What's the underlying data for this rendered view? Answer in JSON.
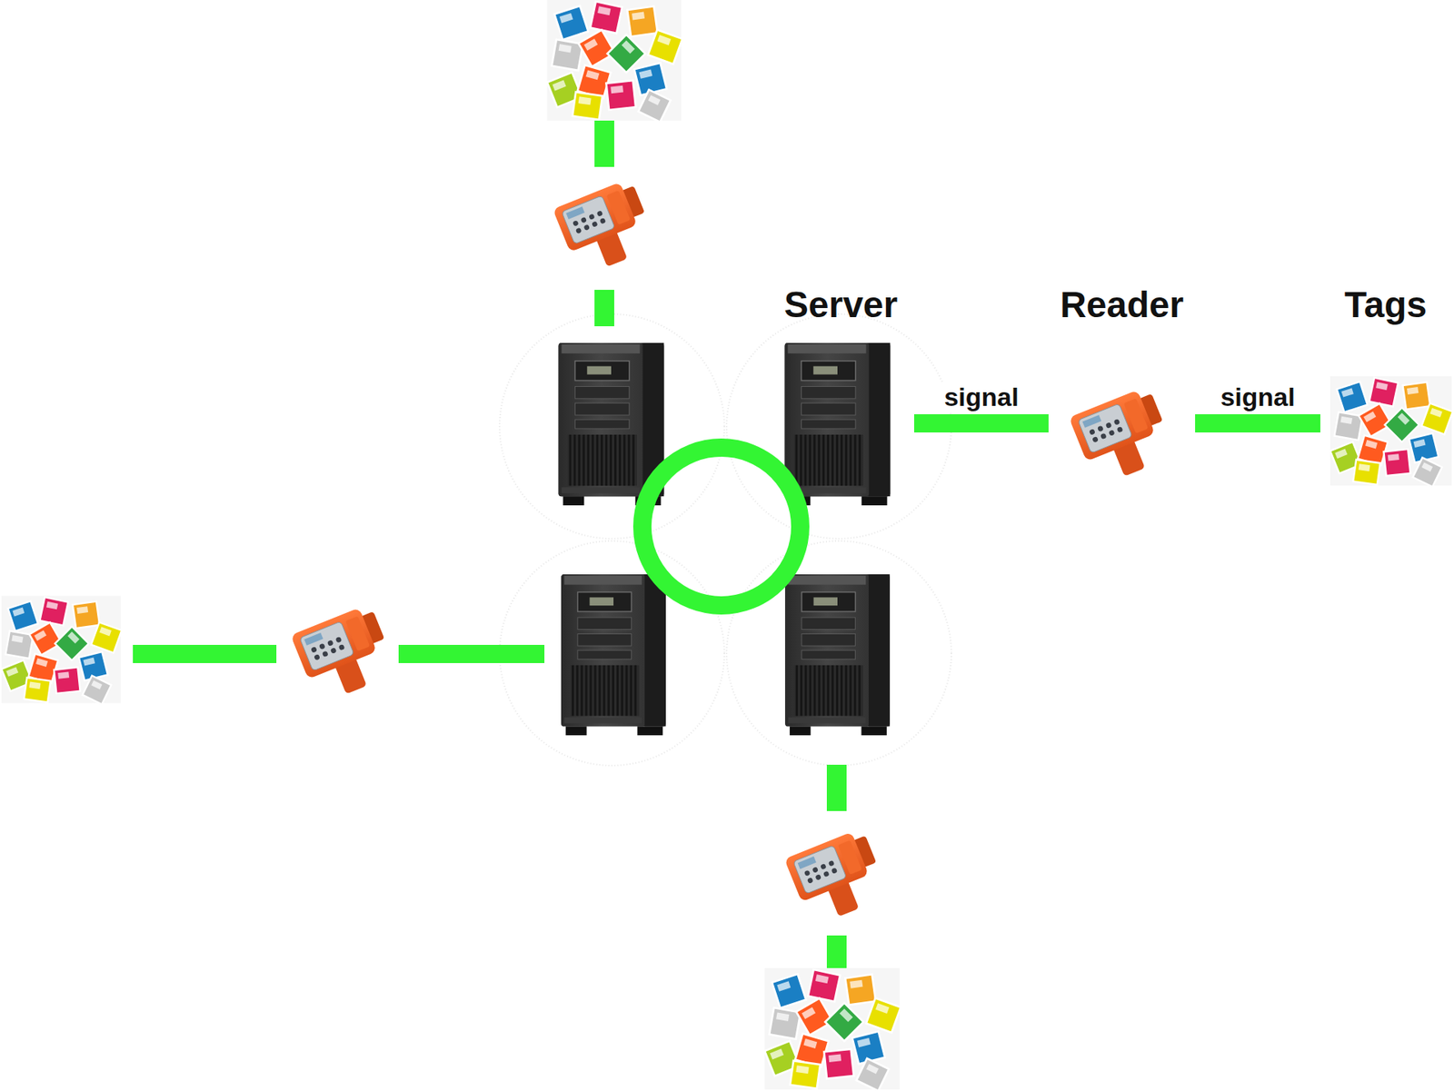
{
  "diagram": {
    "nodes": [
      {
        "text": [
          "Server"
        ]
      },
      {
        "text": [
          "Reader"
        ]
      },
      {
        "text": [
          "Tags"
        ]
      }
    ],
    "edges": [
      {
        "from": 0,
        "to": 1,
        "label": "signal",
        "arrow": "none"
      },
      {
        "from": 1,
        "to": 2,
        "label": "signal",
        "arrow": "none"
      }
    ]
  }
}
